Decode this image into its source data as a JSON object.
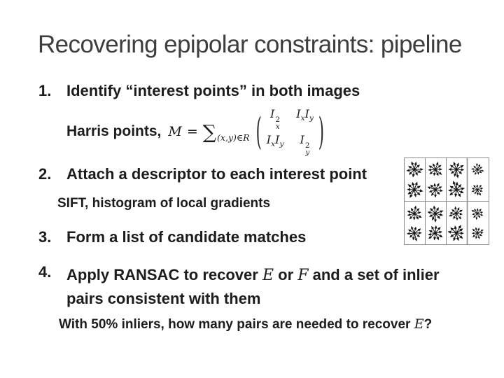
{
  "slide": {
    "title": "Recovering epipolar constraints: pipeline"
  },
  "list": {
    "item1": {
      "num": "1.",
      "text": "Identify “interest points” in both images"
    },
    "harris": {
      "label": "Harris points,",
      "M": "M",
      "eq": "=",
      "sigma": "∑",
      "sigma_sub": "(x,y)∈R",
      "lparen": "(",
      "rparen": ")",
      "m11": {
        "base": "I",
        "sup": "2",
        "sub": "x"
      },
      "m12": {
        "b1": "I",
        "s1": "x",
        "b2": "I",
        "s2": "y"
      },
      "m21": {
        "b1": "I",
        "s1": "x",
        "b2": "I",
        "s2": "y"
      },
      "m22": {
        "base": "I",
        "sup": "2",
        "sub": "y"
      }
    },
    "item2": {
      "num": "2.",
      "text": "Attach a descriptor to each interest point"
    },
    "sift_note": "SIFT, histogram of local gradients",
    "item3": {
      "num": "3.",
      "text": "Form a list of candidate matches"
    },
    "item4": {
      "num": "4.",
      "line1_pre": "Apply RANSAC to recover ",
      "E": "E",
      "mid": " or ",
      "F": "F",
      "line1_post": " and a set of inlier",
      "line2": "pairs consistent with them"
    },
    "question": {
      "pre": "With 50% inliers, how many pairs are needed to recover ",
      "E": "E",
      "post": "?"
    }
  },
  "colors": {
    "title": "#3d3d3d",
    "body_text": "#1c1c1c",
    "grid_line": "#8c8c8c",
    "star_ink": "#141414"
  }
}
